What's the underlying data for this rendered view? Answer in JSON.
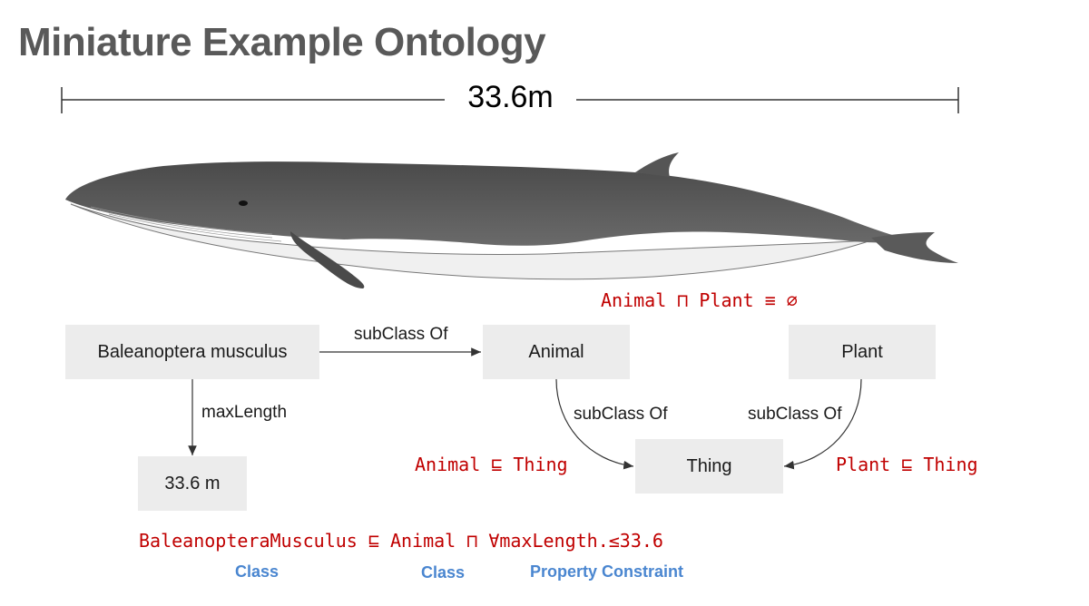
{
  "title": "Miniature Example Ontology",
  "measurement": {
    "label": "33.6m"
  },
  "nodes": {
    "baleanoptera": "Baleanoptera musculus",
    "animal": "Animal",
    "plant": "Plant",
    "thing": "Thing",
    "length_value": "33.6 m"
  },
  "edges": {
    "baleanoptera_animal": "subClass Of",
    "baleanoptera_length": "maxLength",
    "animal_thing": "subClass Of",
    "plant_thing": "subClass Of"
  },
  "axioms": {
    "disjoint": "Animal ⊓ Plant ≡ ∅",
    "animal_sub_thing": "Animal ⊑ Thing",
    "plant_sub_thing": "Plant ⊑ Thing",
    "definition": "BaleanopteraMusculus ⊑ Animal ⊓ ∀maxLength.≤33.6"
  },
  "legend": {
    "class_1": "Class",
    "class_2": "Class",
    "property_constraint": "Property Constraint"
  },
  "colors": {
    "title": "#595959",
    "axiom": "#c00000",
    "legend": "#4a86d0",
    "box": "#ececec",
    "whale_body": "#555555",
    "whale_belly": "#f0f0f0"
  }
}
